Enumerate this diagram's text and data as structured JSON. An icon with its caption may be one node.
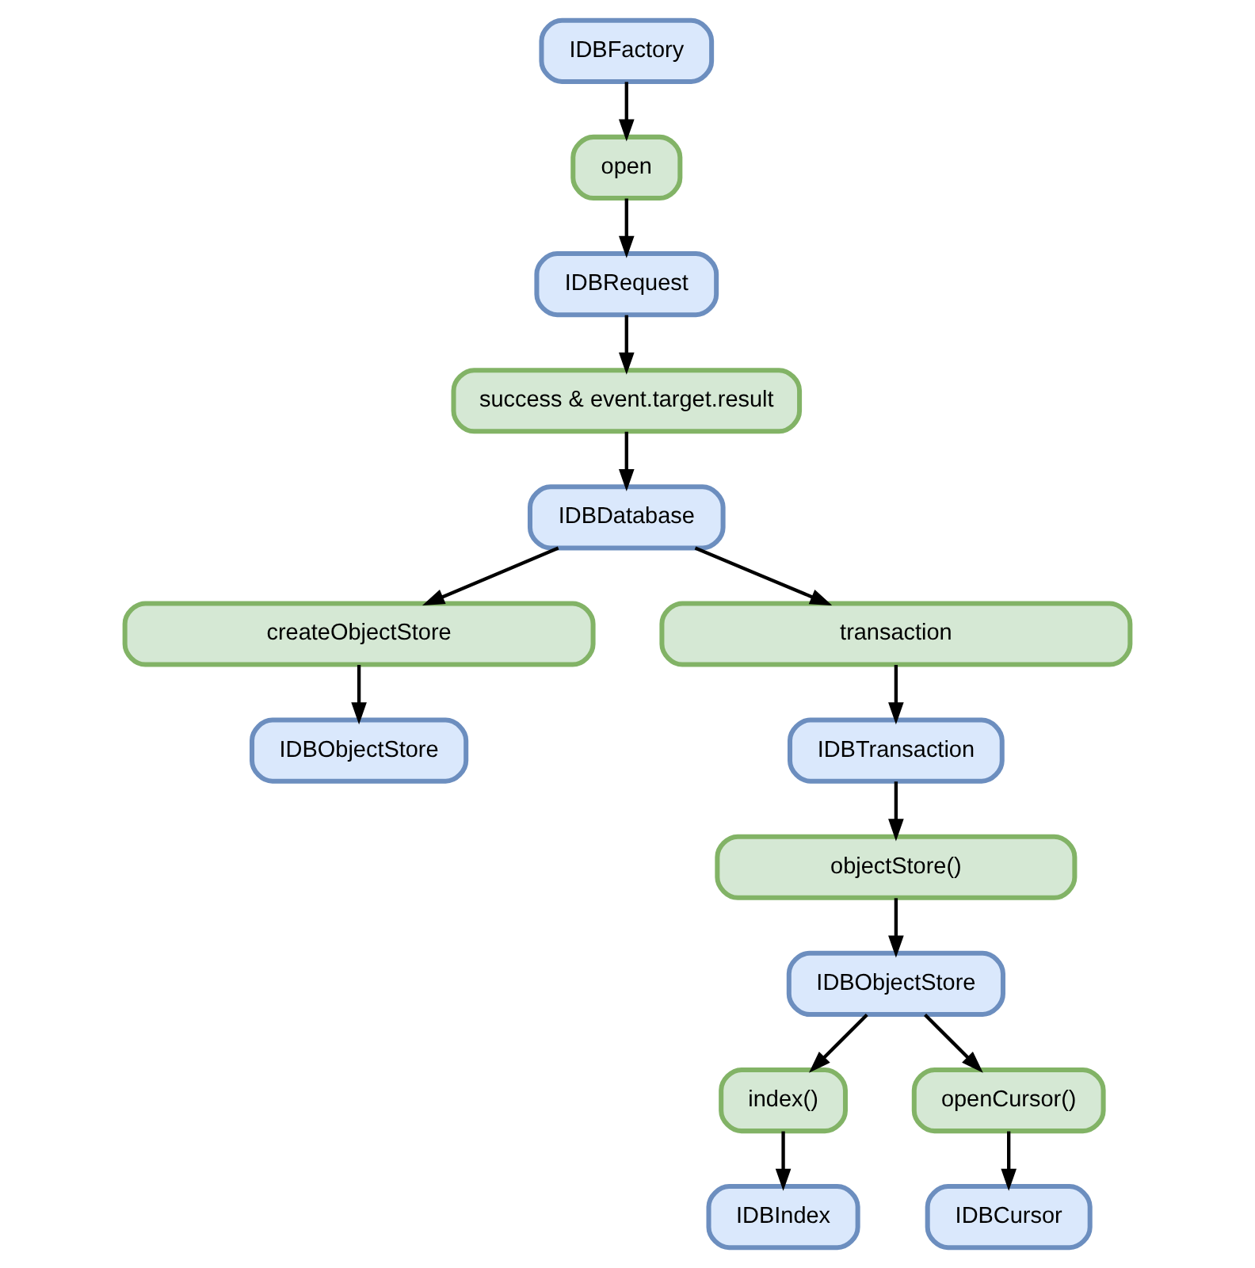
{
  "diagram": {
    "nodes": [
      {
        "text": [
          "IDBFactory"
        ]
      },
      {
        "text": [
          "open"
        ]
      },
      {
        "text": [
          "IDBRequest"
        ]
      },
      {
        "text": [
          "success & event.target.result"
        ]
      },
      {
        "text": [
          "IDBDatabase"
        ]
      },
      {
        "text": [
          "createObjectStore"
        ]
      },
      {
        "text": [
          "transaction"
        ]
      },
      {
        "text": [
          "IDBObjectStore"
        ]
      },
      {
        "text": [
          "IDBTransaction"
        ]
      },
      {
        "text": [
          "objectStore()"
        ]
      },
      {
        "text": [
          "IDBObjectStore"
        ]
      },
      {
        "text": [
          "index()"
        ]
      },
      {
        "text": [
          "openCursor()"
        ]
      },
      {
        "text": [
          "IDBIndex"
        ]
      },
      {
        "text": [
          "IDBCursor"
        ]
      }
    ],
    "edges": [
      {
        "from": 0,
        "to": 1,
        "arrow": "to"
      },
      {
        "from": 1,
        "to": 2,
        "arrow": "to"
      },
      {
        "from": 2,
        "to": 3,
        "arrow": "to"
      },
      {
        "from": 3,
        "to": 4,
        "arrow": "to"
      },
      {
        "from": 4,
        "to": 5,
        "arrow": "to"
      },
      {
        "from": 4,
        "to": 6,
        "arrow": "to"
      },
      {
        "from": 5,
        "to": 7,
        "arrow": "to"
      },
      {
        "from": 6,
        "to": 8,
        "arrow": "to"
      },
      {
        "from": 8,
        "to": 9,
        "arrow": "to"
      },
      {
        "from": 9,
        "to": 10,
        "arrow": "to"
      },
      {
        "from": 10,
        "to": 11,
        "arrow": "to"
      },
      {
        "from": 10,
        "to": 12,
        "arrow": "to"
      },
      {
        "from": 11,
        "to": 13,
        "arrow": "to"
      },
      {
        "from": 12,
        "to": 14,
        "arrow": "to"
      }
    ]
  }
}
